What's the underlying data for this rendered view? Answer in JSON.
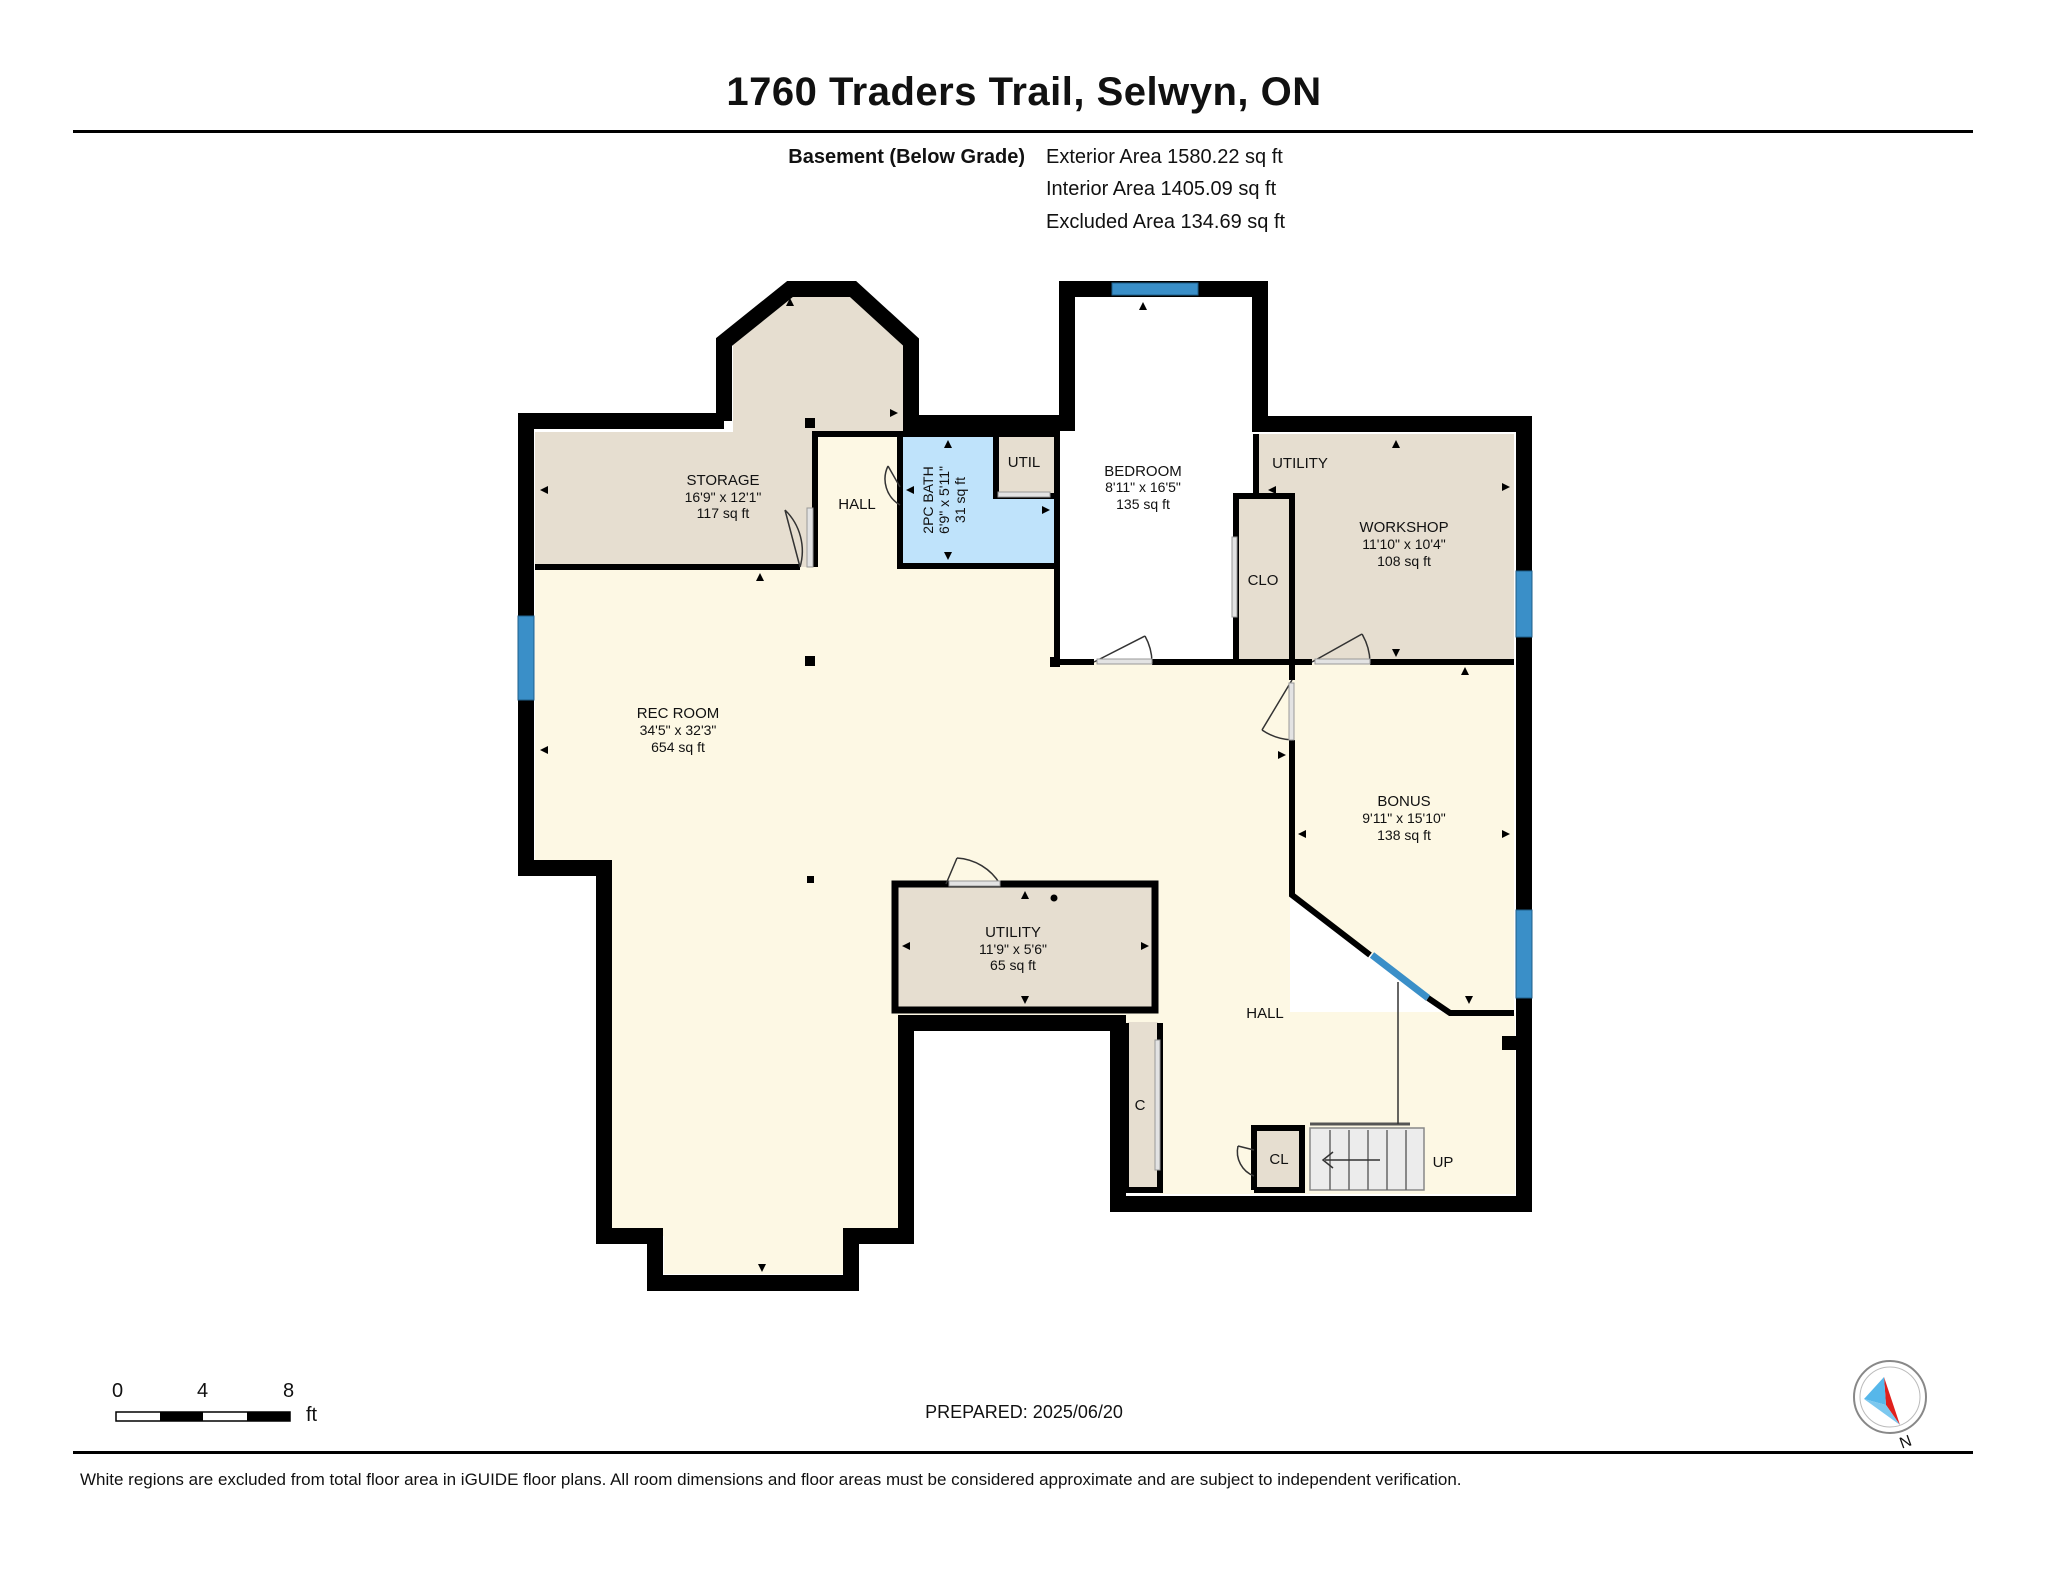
{
  "header": {
    "title": "1760 Traders Trail, Selwyn, ON"
  },
  "areas": {
    "level": "Basement (Below Grade)",
    "exterior": "Exterior Area 1580.22 sq ft",
    "interior": "Interior Area 1405.09 sq ft",
    "excluded": "Excluded Area 134.69 sq ft"
  },
  "rooms": {
    "storage": {
      "name": "STORAGE",
      "dims": "16'9\" x 12'1\"",
      "area": "117 sq ft"
    },
    "hall_top": {
      "name": "HALL"
    },
    "bath": {
      "name": "2PC BATH",
      "dims": "6'9\" x 5'11\"",
      "area": "31 sq ft"
    },
    "util_small": {
      "name": "UTIL"
    },
    "bedroom": {
      "name": "BEDROOM",
      "dims": "8'11\" x 16'5\"",
      "area": "135 sq ft"
    },
    "utility_label": {
      "name": "UTILITY"
    },
    "workshop": {
      "name": "WORKSHOP",
      "dims": "11'10\" x 10'4\"",
      "area": "108 sq ft"
    },
    "clo": {
      "name": "CLO"
    },
    "rec": {
      "name": "REC ROOM",
      "dims": "34'5\" x 32'3\"",
      "area": "654 sq ft"
    },
    "bonus": {
      "name": "BONUS",
      "dims": "9'11\" x 15'10\"",
      "area": "138 sq ft"
    },
    "utility": {
      "name": "UTILITY",
      "dims": "11'9\" x 5'6\"",
      "area": "65 sq ft"
    },
    "hall_bottom": {
      "name": "HALL"
    },
    "closet_c": {
      "name": "C"
    },
    "closet_cl": {
      "name": "CL"
    },
    "stairs": {
      "name": "UP"
    }
  },
  "scale": {
    "ticks": [
      "0",
      "4",
      "8"
    ],
    "unit": "ft"
  },
  "compass": {
    "letter": "N"
  },
  "prepared": "PREPARED: 2025/06/20",
  "footer": {
    "note": "White regions are excluded from total floor area in iGUIDE floor plans. All room dimensions and floor areas must be considered approximate and are subject to independent verification."
  },
  "colors": {
    "wall": "#000000",
    "rec_hall_fill": "#fdf8e4",
    "service_fill": "#e6ded0",
    "bath_fill": "#bfe3fb",
    "window": "#3a8fc8",
    "compass_red": "#e0201c",
    "compass_blue": "#56b7ea"
  }
}
